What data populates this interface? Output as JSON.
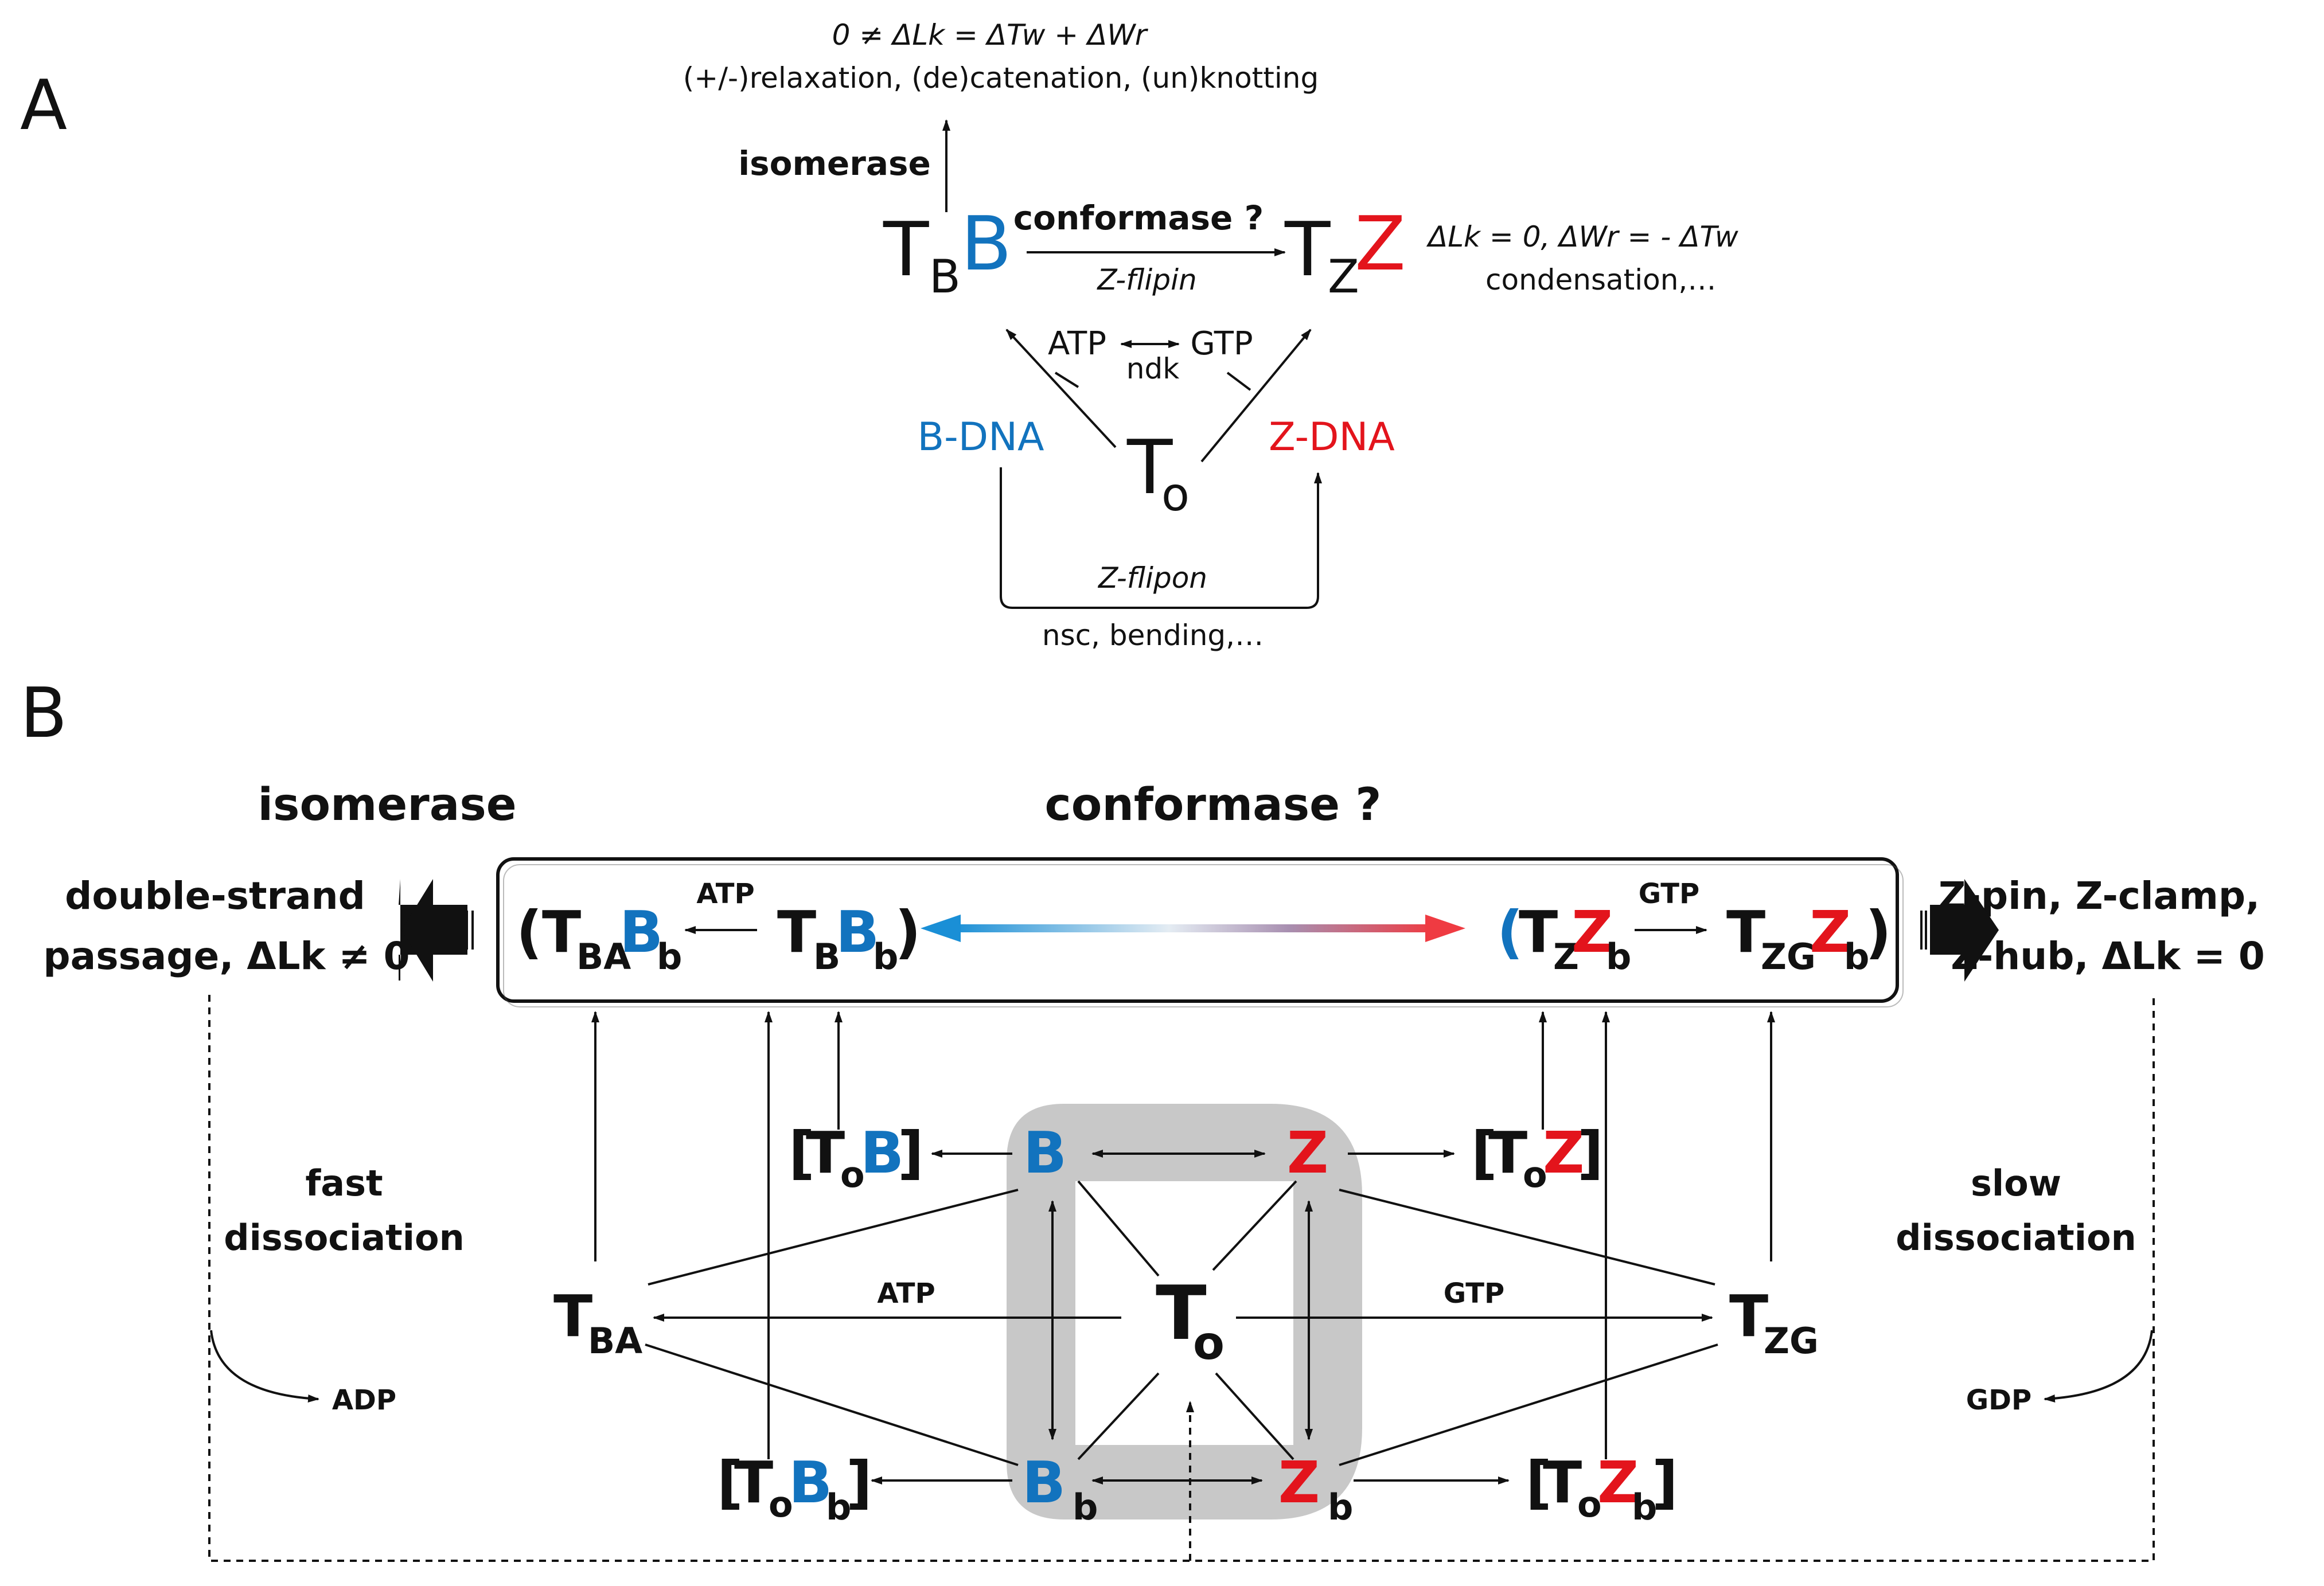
{
  "colors": {
    "blue": "#1273be",
    "red": "#e3141c",
    "black": "#111111",
    "gray_box": "#c8c8c8"
  },
  "panelA": {
    "label": "A",
    "eq_top": "0 ≠ ΔLk = ΔTw + ΔWr",
    "eq_top_sub": "(+/-)relaxation, (de)catenation, (un)knotting",
    "isomerase": "isomerase",
    "conformase": "conformase ?",
    "zflipin": "Z-flipin",
    "tbb_T": "T",
    "tbb_sub": "B",
    "tbb_B": "B",
    "tzz_T": "T",
    "tzz_sub": "Z",
    "tzz_Z": "Z",
    "eq_right": "ΔLk = 0, ΔWr = - ΔTw",
    "eq_right_sub": "condensation,…",
    "atp": "ATP",
    "gtp": "GTP",
    "ndk": "ndk",
    "bdna": "B-DNA",
    "zdna": "Z-DNA",
    "to_T": "T",
    "to_sub": "o",
    "zflipon": "Z-flipon",
    "nsc": "nsc, bending,…"
  },
  "panelB": {
    "label": "B",
    "isomerase": "isomerase",
    "conformase": "conformase ?",
    "left_out_1": "double-strand",
    "left_out_2": "passage, ΔLk ≠ 0",
    "right_out_1": "Z-pin, Z-clamp,",
    "right_out_2": "Z-hub, ΔLk = 0",
    "box_atp": "ATP",
    "box_gtp": "GTP",
    "fast_1": "fast",
    "fast_2": "dissociation",
    "slow_1": "slow",
    "slow_2": "dissociation",
    "atp": "ATP",
    "gtp": "GTP",
    "adp": "ADP",
    "gdp": "GDP",
    "node_B": "B",
    "node_Z": "Z",
    "node_Bb": "B",
    "node_Zb": "Z",
    "sub_b": "b",
    "T": "T",
    "sub_o": "o",
    "sub_BA": "BA",
    "sub_ZG": "ZG",
    "sub_B": "B",
    "sub_Z": "Z",
    "open_paren": "(",
    "close_paren": ")",
    "open_br": "[",
    "close_br": "]"
  }
}
